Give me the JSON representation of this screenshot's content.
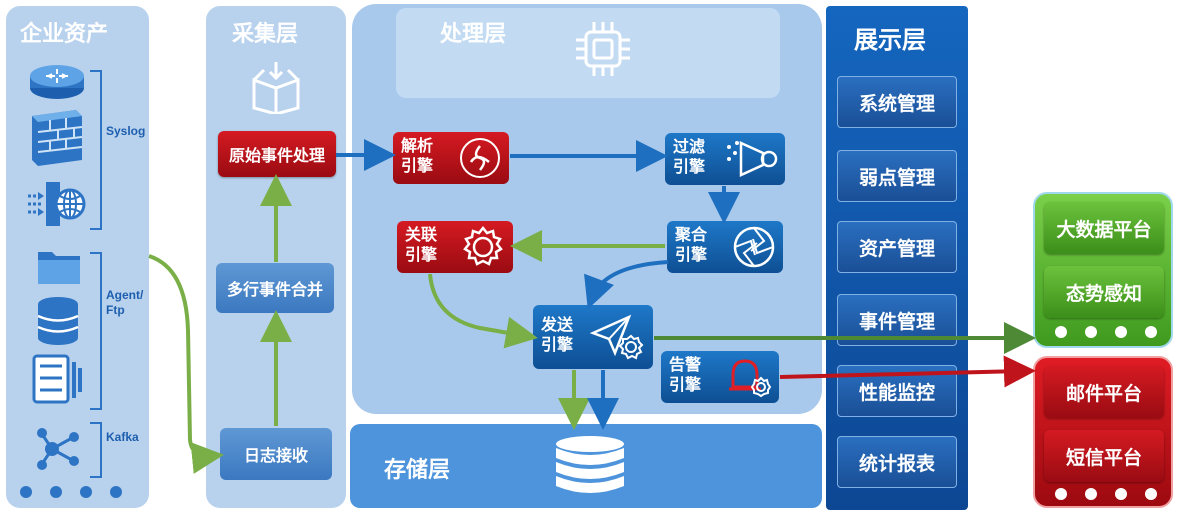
{
  "layers": {
    "assets": {
      "title": "企业资产",
      "groups": [
        {
          "label": "Syslog"
        },
        {
          "label": "Agent/ Ftp"
        },
        {
          "label": "Kafka"
        }
      ]
    },
    "collect": {
      "title": "采集层",
      "boxes": {
        "raw": "原始事件处理",
        "merge": "多行事件合并",
        "receive": "日志接收"
      }
    },
    "process": {
      "title": "处理层",
      "engines": {
        "parse": "解析\n引擎",
        "filter": "过滤\n引擎",
        "correlate": "关联\n引擎",
        "aggregate": "聚合\n引擎",
        "send": "发送\n引擎",
        "alert": "告警\n引擎"
      }
    },
    "storage": {
      "title": "存储层"
    },
    "display": {
      "title": "展示层",
      "items": [
        "系统管理",
        "弱点管理",
        "资产管理",
        "事件管理",
        "性能监控",
        "统计报表"
      ]
    },
    "outputs": {
      "green": [
        "大数据平台",
        "态势感知"
      ],
      "red": [
        "邮件平台",
        "短信平台"
      ]
    }
  },
  "colors": {
    "green_arrow": "#7aaf48",
    "blue_arrow": "#1f6fc0",
    "red_arrow": "#c0141c",
    "display_panel": "#1456a8",
    "green_panel": "#5fbf2e",
    "red_panel": "#c3141c"
  }
}
